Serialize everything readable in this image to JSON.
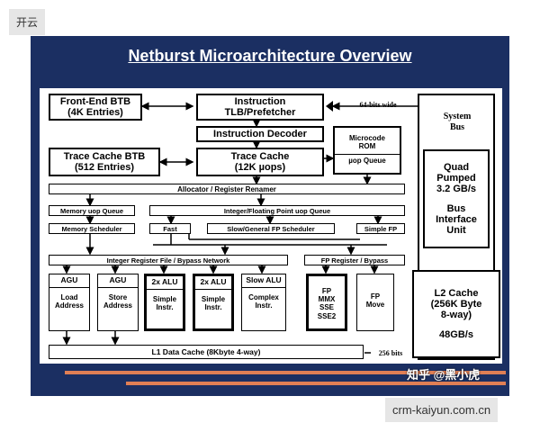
{
  "corner_tag": "开云",
  "footer_url": "crm-kaiyun.com.cn",
  "watermark": "知乎 @黑小虎",
  "slide": {
    "title": "Netburst Microarchitecture Overview",
    "frontend_btb": "Front-End BTB\n(4K Entries)",
    "itlb": "Instruction\nTLB/Prefetcher",
    "decoder": "Instruction Decoder",
    "microcode": "Microcode\nROM",
    "uop_queue": "µop Queue",
    "trace_btb": "Trace Cache BTB\n(512 Entries)",
    "trace_cache": "Trace Cache\n(12K µops)",
    "allocator": "Allocator / Register Renamer",
    "mem_uop_queue": "Memory uop Queue",
    "int_fp_uop_queue": "Integer/Floating Point uop Queue",
    "mem_scheduler": "Memory Scheduler",
    "fast": "Fast",
    "slow_fp_sched": "Slow/General FP Scheduler",
    "simple_fp": "Simple FP",
    "int_regfile": "Integer Register File / Bypass Network",
    "fp_register": "FP Register / Bypass",
    "units": [
      {
        "hdr": "AGU",
        "body": "Load\nAddress"
      },
      {
        "hdr": "AGU",
        "body": "Store\nAddress"
      },
      {
        "hdr": "2x ALU",
        "body": "Simple\nInstr."
      },
      {
        "hdr": "2x ALU",
        "body": "Simple\nInstr."
      },
      {
        "hdr": "Slow ALU",
        "body": "Complex\nInstr."
      },
      {
        "hdr": "",
        "body": "FP\nMMX\nSSE\nSSE2"
      },
      {
        "hdr": "",
        "body": "FP\nMove"
      }
    ],
    "l1_cache": "L1 Data Cache (8Kbyte 4-way)",
    "bits64": "64-bits wide",
    "bits256": "256 bits",
    "system_bus": "System\nBus",
    "quad_pumped": "Quad\nPumped\n3.2 GB/s",
    "bus_unit": "Bus\nInterface\nUnit",
    "l2_cache": "L2 Cache\n(256K Byte\n8-way)",
    "l2_bw": "48GB/s"
  }
}
